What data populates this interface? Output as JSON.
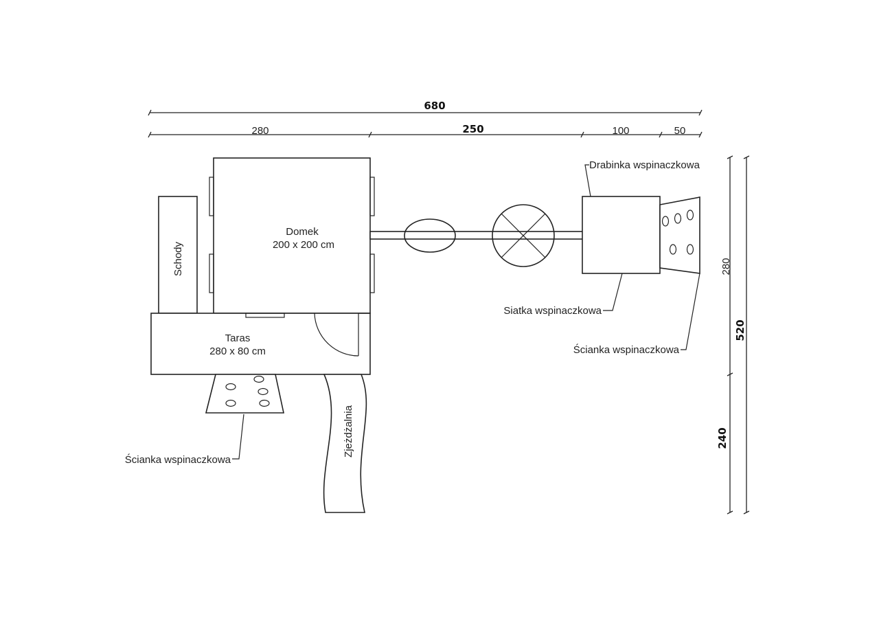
{
  "dimensions": {
    "total_width": "680",
    "seg_1": "280",
    "seg_2": "250",
    "seg_3": "100",
    "seg_4": "50",
    "right_inner_top": "280",
    "right_outer": "520",
    "right_inner_bottom": "240"
  },
  "labels": {
    "house_name": "Domek",
    "house_size": "200 x 200 cm",
    "stairs": "Schody",
    "terrace_name": "Taras",
    "terrace_size": "280 x 80 cm",
    "slide": "Zjeżdżalnia",
    "climbing_ladder": "Drabinka wspinaczkowa",
    "climbing_net": "Siatka wspinaczkowa",
    "climbing_wall_right": "Ścianka wspinaczkowa",
    "climbing_wall_left": "Ścianka wspinaczkowa"
  }
}
